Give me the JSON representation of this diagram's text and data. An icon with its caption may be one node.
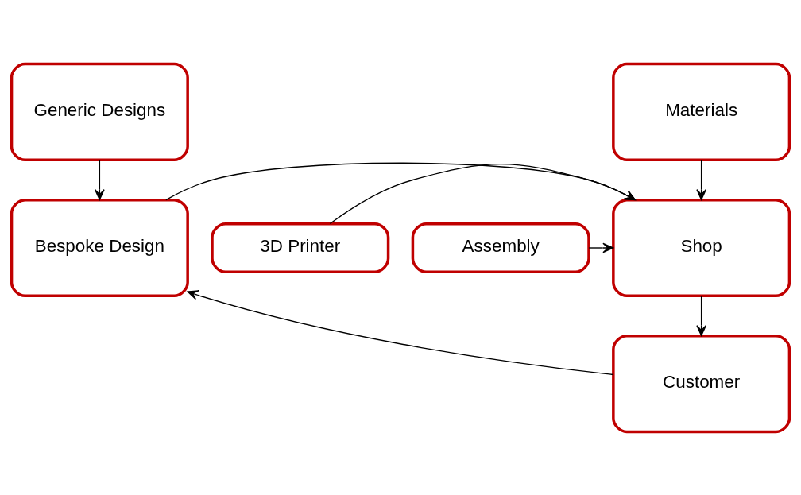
{
  "diagram": {
    "nodes": [
      {
        "text": [
          "Materials"
        ]
      },
      {
        "text": [
          "Generic Designs"
        ]
      },
      {
        "text": [
          "3D Printer"
        ]
      },
      {
        "text": [
          "Shop"
        ]
      },
      {
        "text": [
          "Bespoke Design"
        ]
      },
      {
        "text": [
          "Assembly"
        ]
      },
      {
        "text": [
          "Customer"
        ]
      }
    ],
    "edges": [
      {
        "from": 0,
        "to": 3,
        "arrow": "to"
      },
      {
        "from": 1,
        "to": 4,
        "arrow": "to"
      },
      {
        "from": 2,
        "to": 3,
        "arrow": "to"
      },
      {
        "from": 5,
        "to": 3,
        "arrow": "to"
      },
      {
        "from": 4,
        "to": 3,
        "arrow": "to"
      },
      {
        "from": 3,
        "to": 6,
        "arrow": "to"
      },
      {
        "from": 6,
        "to": 4,
        "arrow": "to"
      }
    ]
  }
}
